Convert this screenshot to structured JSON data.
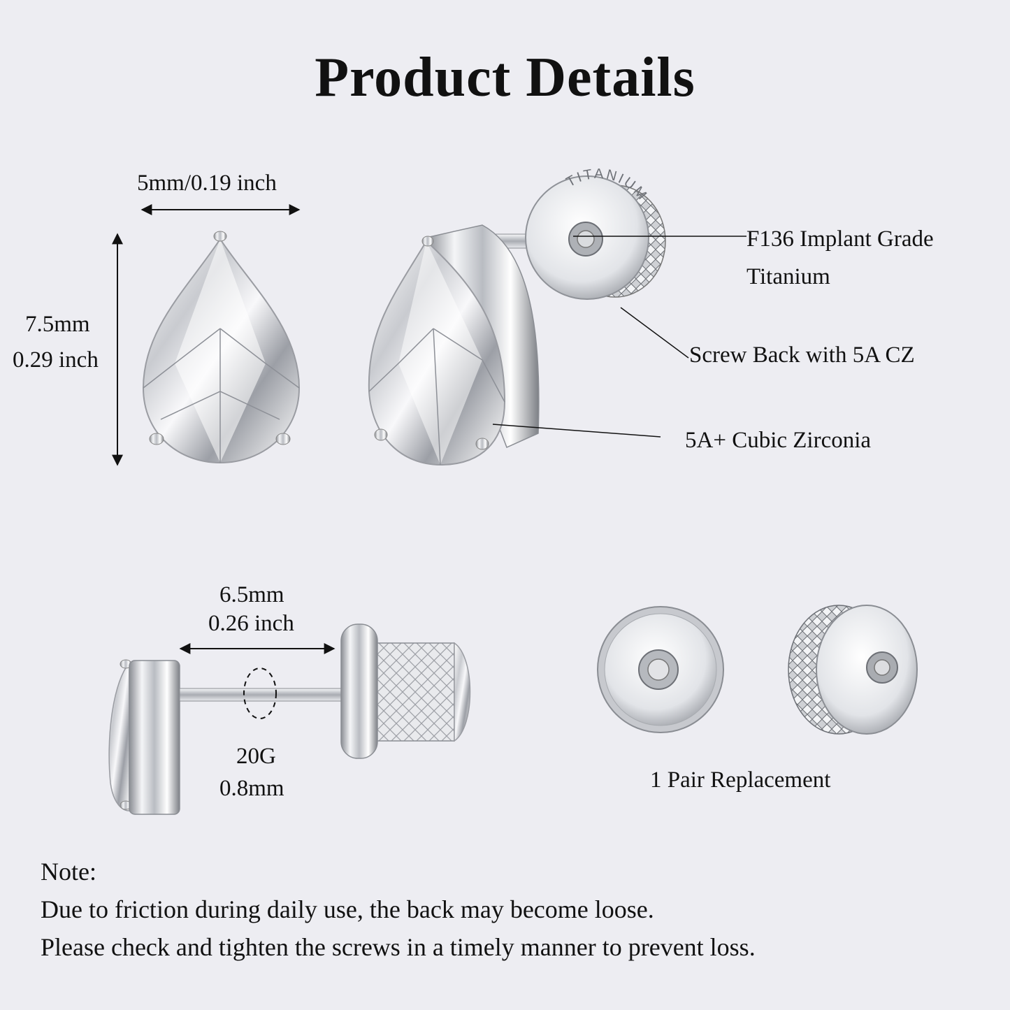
{
  "title": "Product Details",
  "dimensions": {
    "width": "5mm/0.19 inch",
    "height_mm": "7.5mm",
    "height_in": "0.29 inch",
    "bar_length_mm": "6.5mm",
    "bar_length_in": "0.26 inch",
    "gauge": "20G",
    "gauge_mm": "0.8mm"
  },
  "callouts": {
    "material_line1": "F136 Implant Grade",
    "material_line2": "Titanium",
    "screw_back": "Screw Back with 5A CZ",
    "stone": "5A+ Cubic Zirconia"
  },
  "screw_back_engraving": "TITANIUM",
  "replacement": "1 Pair Replacement",
  "note": {
    "heading": "Note:",
    "line1": "Due to friction during daily use, the back may become loose.",
    "line2": "Please check and tighten the screws in a timely manner to prevent loss."
  }
}
